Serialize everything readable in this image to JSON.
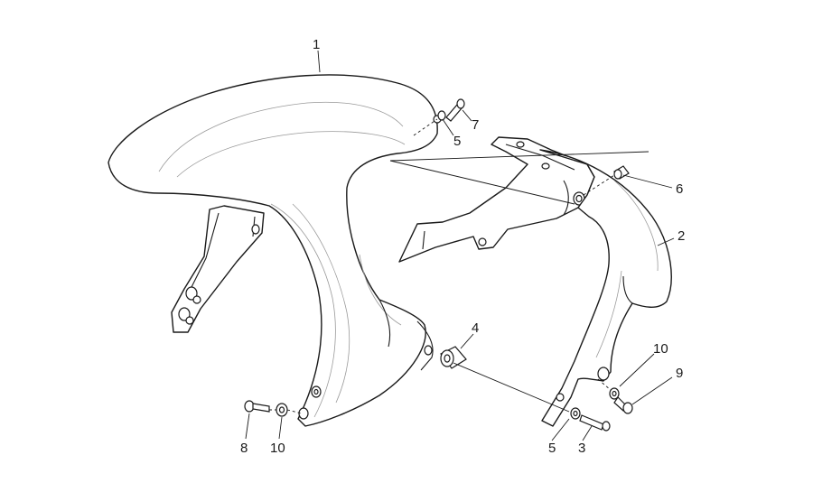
{
  "callouts": {
    "c1": "1",
    "c2": "2",
    "c3": "3",
    "c4": "4",
    "c5_top": "5",
    "c5_bottom": "5",
    "c6": "6",
    "c7": "7",
    "c8": "8",
    "c9": "9",
    "c10_left": "10",
    "c10_right": "10"
  }
}
